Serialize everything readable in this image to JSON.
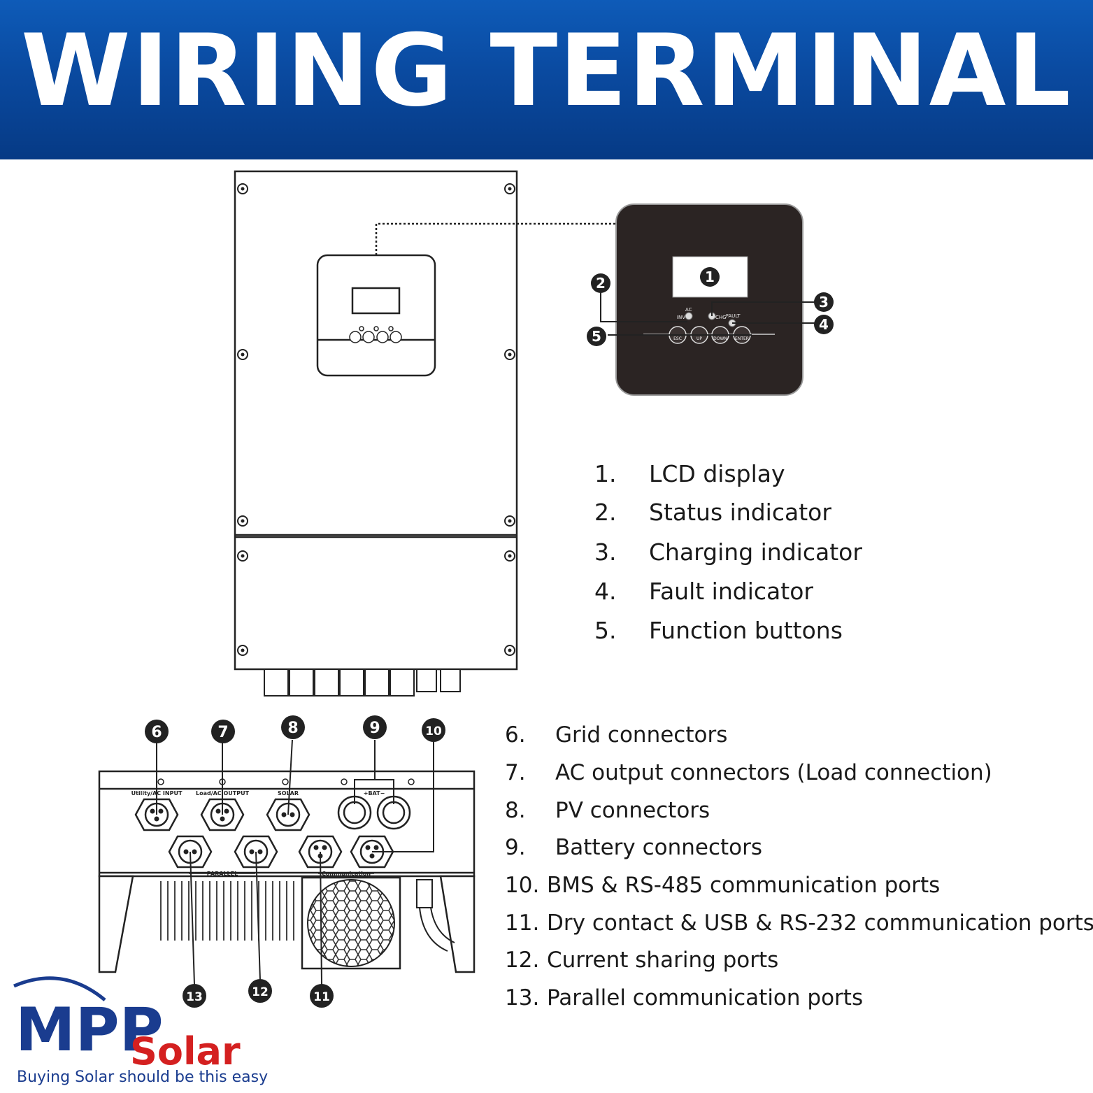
{
  "banner": {
    "title": "WIRING TERMINAL"
  },
  "panel": {
    "led_labels": {
      "ac": "AC",
      "inv": "INV",
      "chg": "CHG",
      "fault": "FAULT"
    },
    "buttons": [
      "ESC",
      "UP",
      "DOWN",
      "ENTER"
    ]
  },
  "bottom_labels": {
    "utility": "Utility/AC INPUT",
    "load": "Load/AC OUTPUT",
    "solar": "SOLAR",
    "bat": "+BAT−",
    "parallel": "PARALLEL",
    "communication": "Communication"
  },
  "callout_numbers": [
    "1",
    "2",
    "3",
    "4",
    "5",
    "6",
    "7",
    "8",
    "9",
    "10",
    "11",
    "12",
    "13"
  ],
  "legend_top": [
    {
      "num": "1.",
      "text": "LCD display"
    },
    {
      "num": "2.",
      "text": "Status indicator"
    },
    {
      "num": "3.",
      "text": "Charging indicator"
    },
    {
      "num": "4.",
      "text": "Fault indicator"
    },
    {
      "num": "5.",
      "text": "Function buttons"
    }
  ],
  "legend_bottom": [
    {
      "num": "6.",
      "text": "Grid connectors"
    },
    {
      "num": "7.",
      "text": "AC output connectors (Load connection)"
    },
    {
      "num": "8.",
      "text": "PV connectors"
    },
    {
      "num": "9.",
      "text": "Battery connectors"
    },
    {
      "num": "10.",
      "text": "BMS & RS-485 communication ports"
    },
    {
      "num": "11.",
      "text": "Dry contact & USB & RS-232 communication ports"
    },
    {
      "num": "12.",
      "text": "Current sharing ports"
    },
    {
      "num": "13.",
      "text": "Parallel communication ports"
    }
  ],
  "logo": {
    "brand_mpp": "MPP",
    "brand_solar": "Solar",
    "tagline": "Buying Solar should be this easy"
  },
  "colors": {
    "banner": "#0a4aa0",
    "logo_blue": "#1a3c8f",
    "logo_red": "#d42020"
  }
}
